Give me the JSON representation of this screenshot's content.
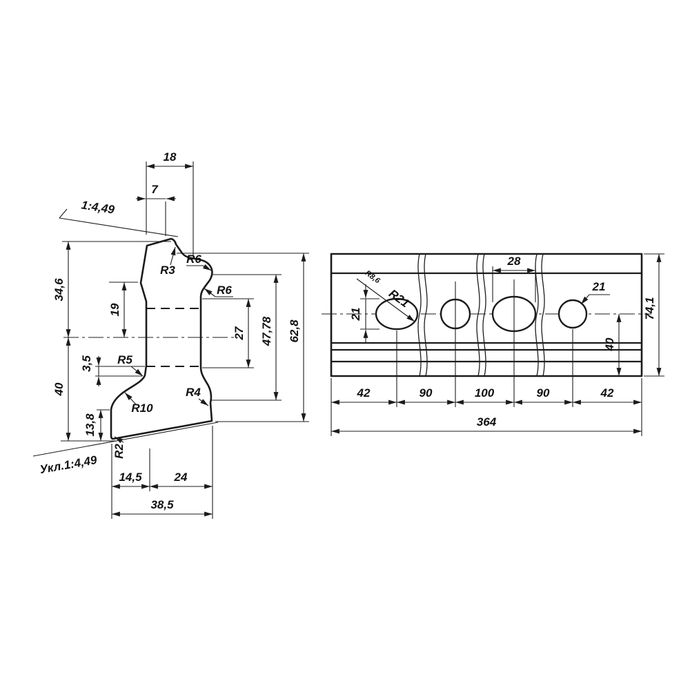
{
  "drawing": {
    "kind": "technical drawing, rail joint bar: cross-section profile and side elevation"
  },
  "left_view": {
    "dims": {
      "w18": "18",
      "w7": "7",
      "slope_top": "1:4,49",
      "h34_6": "34,6",
      "h19": "19",
      "h40": "40",
      "h3_5": "3,5",
      "h13_8": "13,8",
      "r3": "R3",
      "r6_upper": "R6",
      "r6_lower": "R6",
      "r5": "R5",
      "r10": "R10",
      "r4": "R4",
      "r2": "R2",
      "w27": "27",
      "w47_78": "47,78",
      "w62_8": "62,8",
      "slope_bottom": "Укл.1:4,49",
      "b14_5": "14,5",
      "b24": "24",
      "b38_5": "38,5"
    }
  },
  "right_view": {
    "dims": {
      "d28": "28",
      "hole_h21": "21",
      "r21": "R21",
      "r8_6": "R8,6",
      "d21": "21",
      "h74_1": "74,1",
      "h40": "40",
      "s42a": "42",
      "s90a": "90",
      "s100": "100",
      "s90b": "90",
      "s42b": "42",
      "total": "364"
    }
  }
}
